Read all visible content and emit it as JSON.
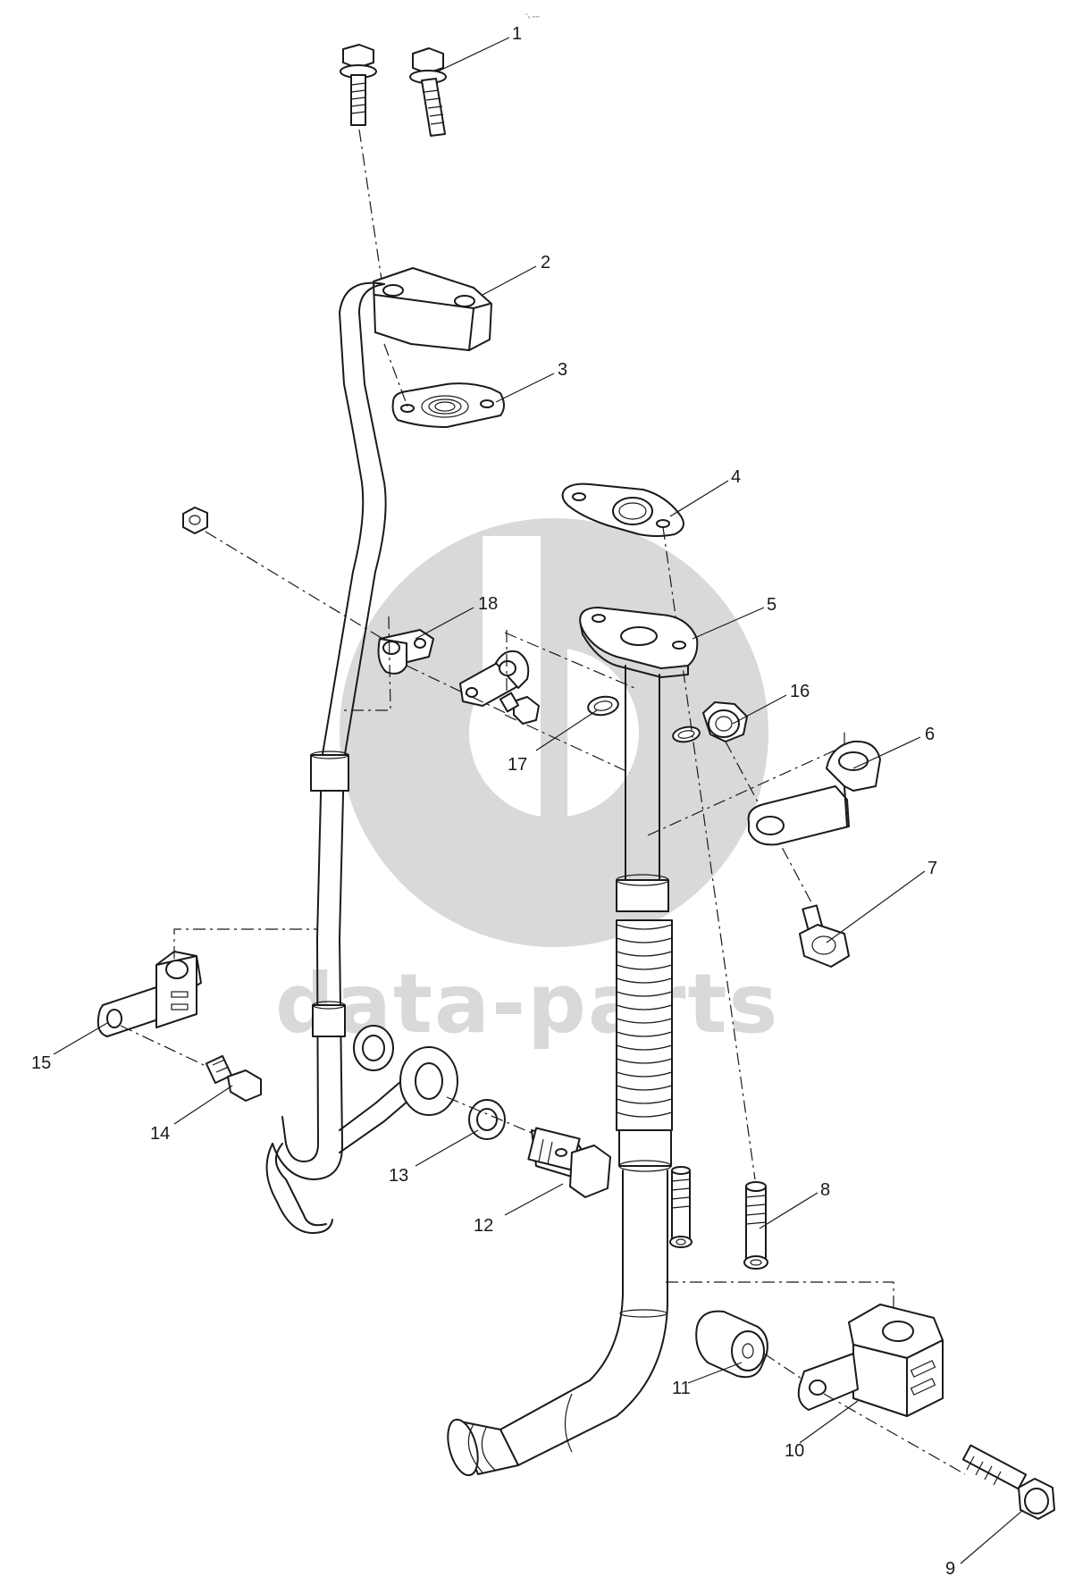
{
  "watermark": {
    "text": "data-parts",
    "color": "#d9d9d9"
  },
  "top_mark": "°ₐ ₘₘ",
  "callouts": [
    {
      "id": "1",
      "label": "1"
    },
    {
      "id": "2",
      "label": "2"
    },
    {
      "id": "3",
      "label": "3"
    },
    {
      "id": "4",
      "label": "4"
    },
    {
      "id": "5",
      "label": "5"
    },
    {
      "id": "6",
      "label": "6"
    },
    {
      "id": "7",
      "label": "7"
    },
    {
      "id": "8",
      "label": "8"
    },
    {
      "id": "9",
      "label": "9"
    },
    {
      "id": "10",
      "label": "10"
    },
    {
      "id": "11",
      "label": "11"
    },
    {
      "id": "12",
      "label": "12"
    },
    {
      "id": "13",
      "label": "13"
    },
    {
      "id": "14",
      "label": "14"
    },
    {
      "id": "15",
      "label": "15"
    },
    {
      "id": "16",
      "label": "16"
    },
    {
      "id": "17",
      "label": "17"
    },
    {
      "id": "18",
      "label": "18"
    }
  ]
}
